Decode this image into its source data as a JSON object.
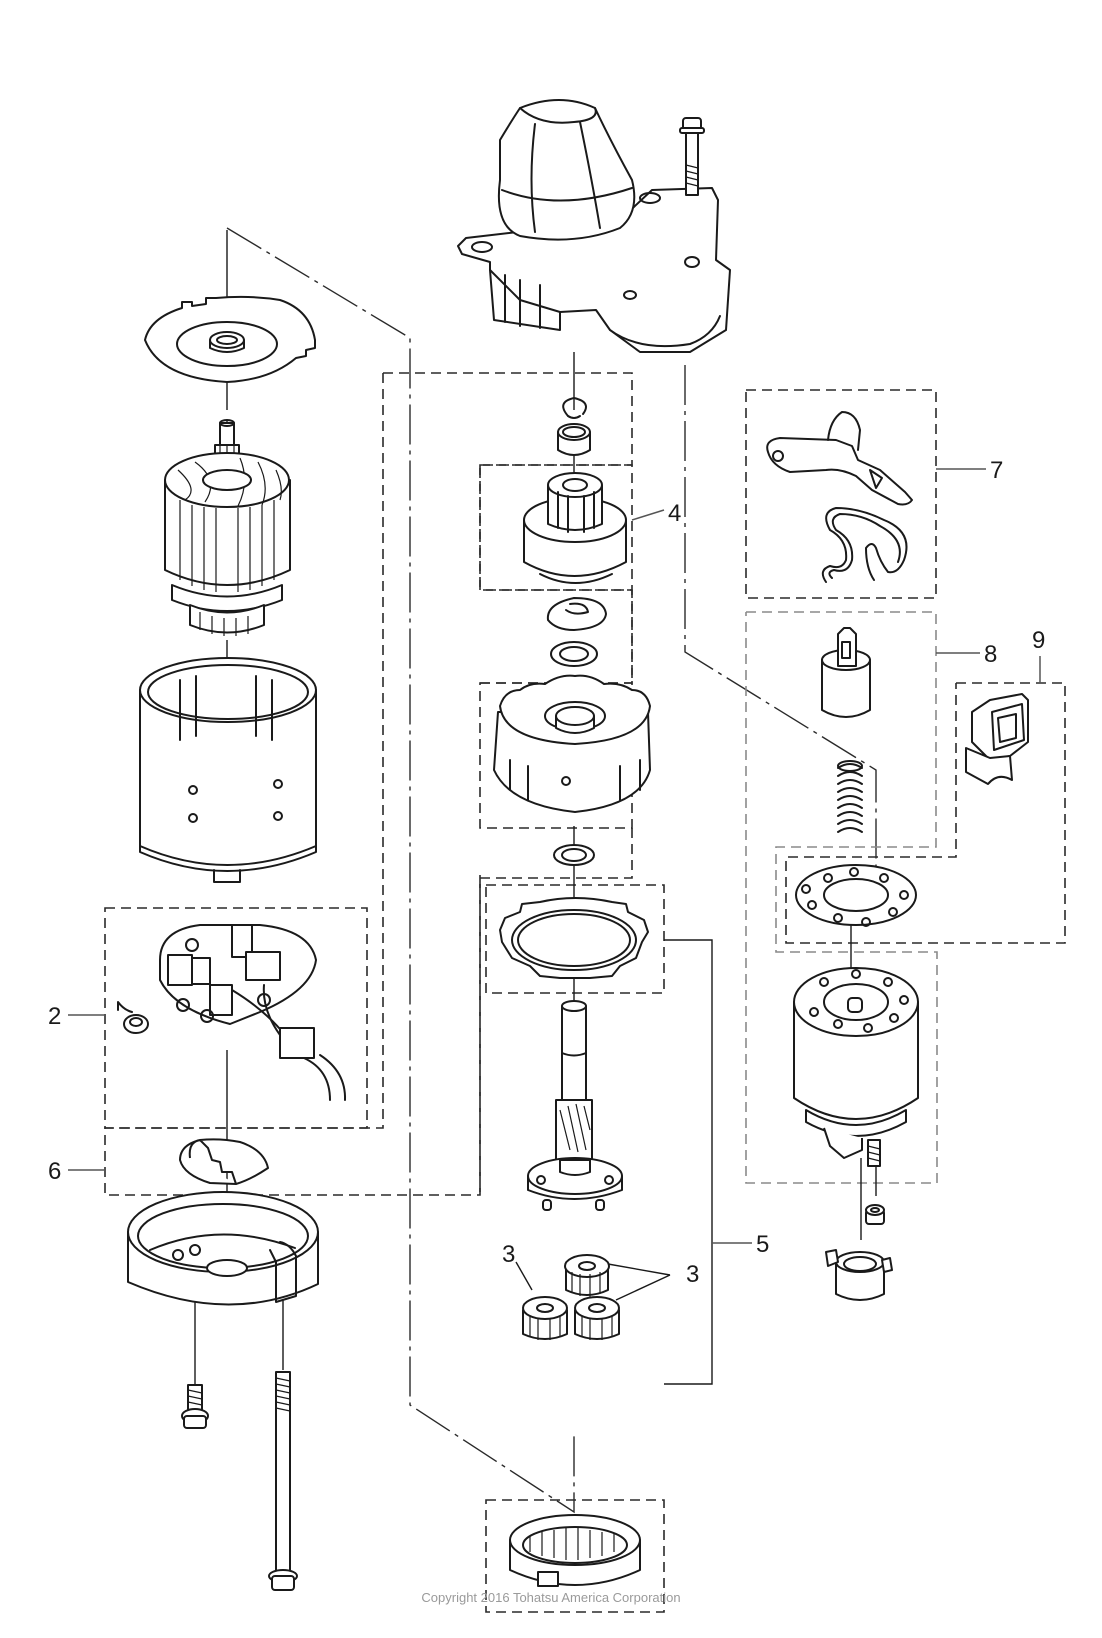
{
  "diagram": {
    "title": "Starter motor exploded view",
    "callouts": [
      {
        "id": "callout-2",
        "label": "2"
      },
      {
        "id": "callout-3a",
        "label": "3"
      },
      {
        "id": "callout-3b",
        "label": "3"
      },
      {
        "id": "callout-4",
        "label": "4"
      },
      {
        "id": "callout-5",
        "label": "5"
      },
      {
        "id": "callout-6",
        "label": "6"
      },
      {
        "id": "callout-7",
        "label": "7"
      },
      {
        "id": "callout-8",
        "label": "8"
      },
      {
        "id": "callout-9",
        "label": "9"
      }
    ],
    "parts": [
      "front-housing",
      "housing-bolt",
      "snap-ring",
      "pinion-stop-collar",
      "pinion-drive",
      "e-clip",
      "washer",
      "center-bearing-housing",
      "washer-small",
      "planetary-plate",
      "output-shaft",
      "planetary-gear",
      "internal-ring-gear",
      "end-plate",
      "armature",
      "yoke",
      "brush-holder",
      "brush-spring",
      "rubber-seal",
      "rear-cover",
      "cover-screw",
      "through-bolt",
      "shift-lever",
      "lever-spring",
      "plunger",
      "plunger-spring",
      "solenoid-seal",
      "solenoid-gasket",
      "solenoid",
      "solenoid-nut",
      "terminal-boot"
    ]
  },
  "footer": {
    "copyright": "Copyright 2016 Tohatsu America Corporation"
  }
}
